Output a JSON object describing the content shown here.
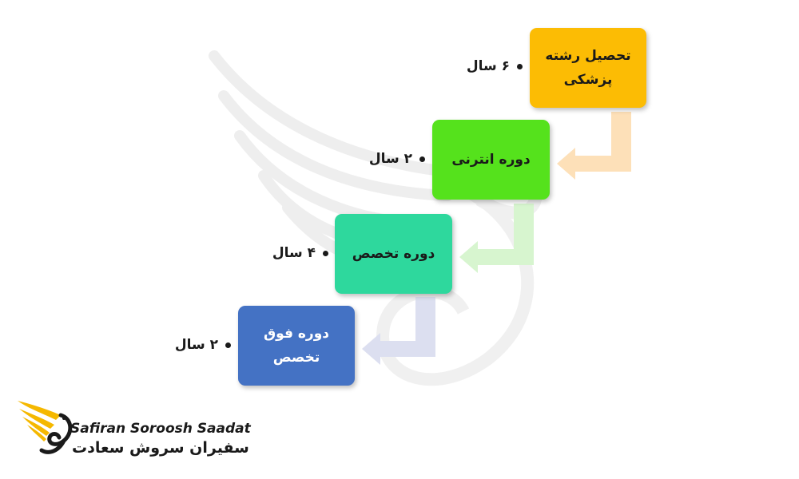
{
  "colors": {
    "step1": "#fcbc04",
    "step2": "#55e21c",
    "step3": "#2ed89d",
    "step4": "#4472c4",
    "arrow1": "#fde0b8",
    "arrow2": "#d7f5cf",
    "arrow3": "#dcdff0",
    "logo_gold": "#f5b800"
  },
  "steps": [
    {
      "label": "تحصیل رشته پزشکی",
      "duration": "۶ سال"
    },
    {
      "label": "دوره انترنی",
      "duration": "۲ سال"
    },
    {
      "label": "دوره تخصص",
      "duration": "۴ سال"
    },
    {
      "label": "دوره فوق تخصص",
      "duration": "۲ سال"
    }
  ],
  "logo": {
    "latin": "Safiran Soroosh Saadat",
    "persian": "سفیران سروش سعادت",
    "icon": "eagle-wing-icon"
  },
  "watermark": {
    "icon": "eagle-wing-watermark-icon"
  }
}
